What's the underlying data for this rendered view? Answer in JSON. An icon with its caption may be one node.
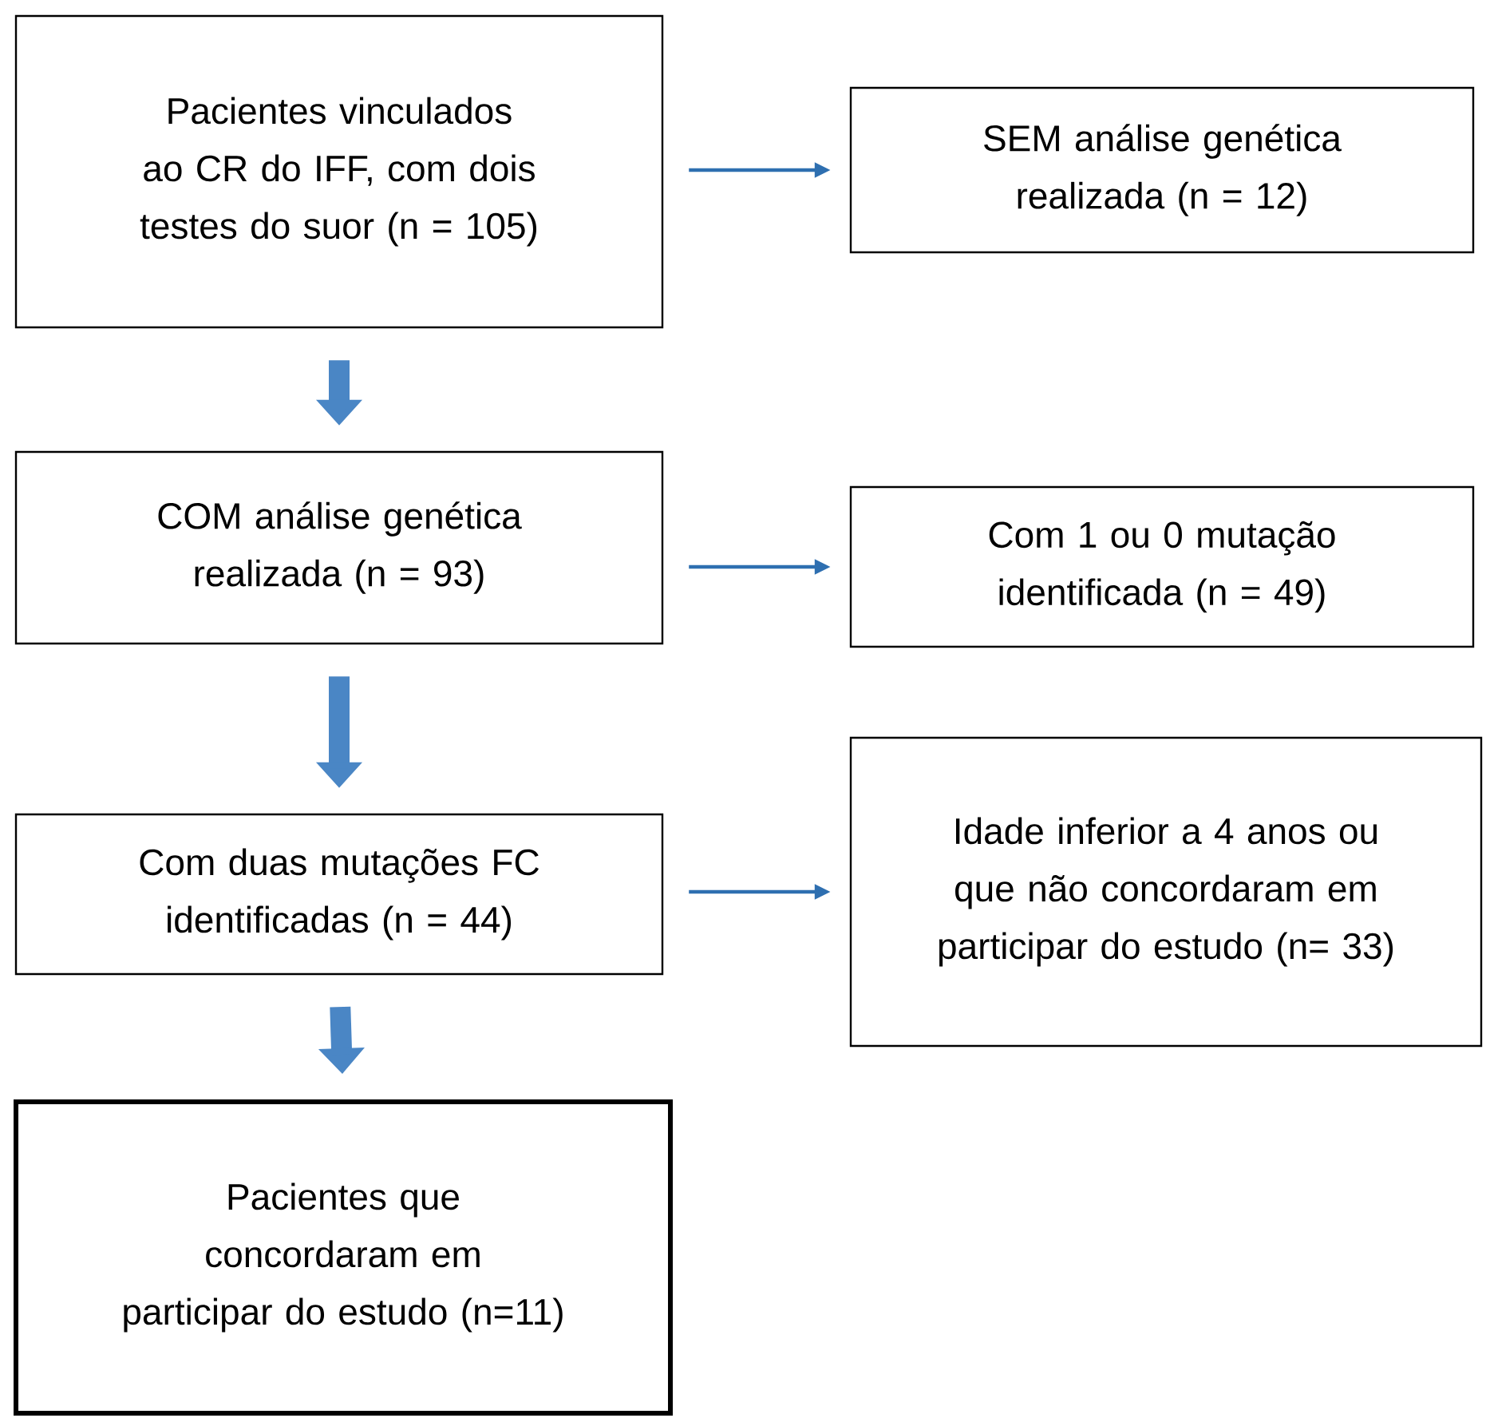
{
  "diagram": {
    "nodes": [
      {
        "text": [
          "Pacientes vinculados ao CR do IFF, com dois testes do suor (n = 105)"
        ]
      },
      {
        "text": [
          "SEM análise genética realizada (n = 12)"
        ]
      },
      {
        "text": [
          "COM análise genética realizada (n = 93)"
        ]
      },
      {
        "text": [
          "Com 1 ou 0 mutação identificada (n = 49)"
        ]
      },
      {
        "text": [
          "Com duas mutações FC identificadas (n = 44)"
        ]
      },
      {
        "text": [
          "Idade inferior a 4 anos ou que não concordaram em participar do estudo (n= 33)"
        ]
      },
      {
        "text": [
          "Pacientes que concordaram em participar do estudo (n=11)"
        ]
      }
    ],
    "edges": [
      {
        "from": 0,
        "to": 1,
        "arrow": "to"
      },
      {
        "from": 0,
        "to": 2,
        "arrow": "to",
        "style": "thick"
      },
      {
        "from": 2,
        "to": 3,
        "arrow": "to"
      },
      {
        "from": 2,
        "to": 4,
        "arrow": "to",
        "style": "thick"
      },
      {
        "from": 4,
        "to": 5,
        "arrow": "to"
      },
      {
        "from": 4,
        "to": 6,
        "arrow": "to",
        "style": "thick"
      }
    ]
  }
}
